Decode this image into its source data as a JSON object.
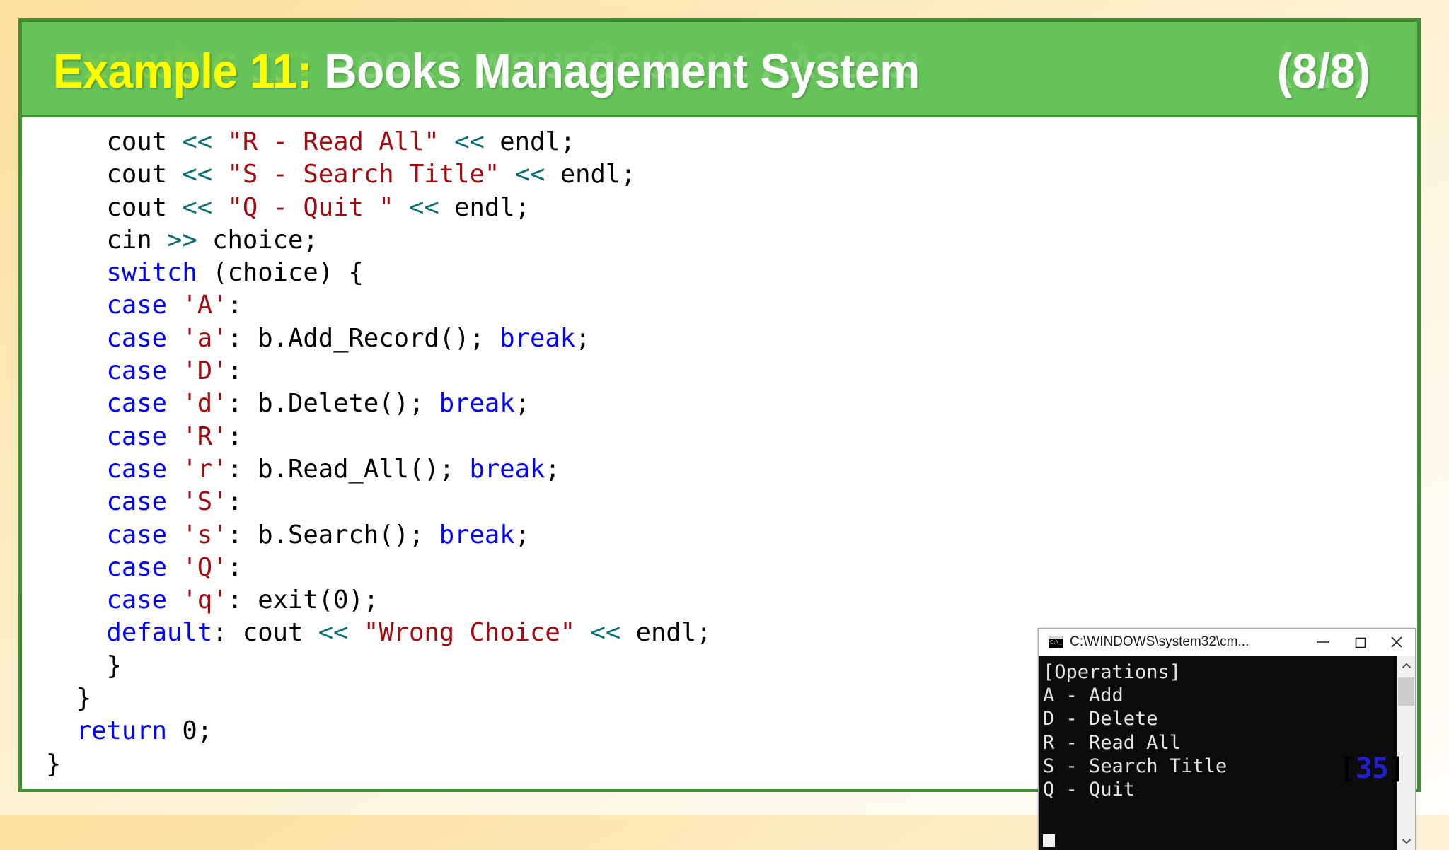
{
  "slide": {
    "header": {
      "title_emphasis": "Example 11:",
      "title_rest": " Books Management System",
      "counter": "(8/8)",
      "bg_color": "#66c359",
      "border_color": "#3f8f33",
      "emphasis_color": "#ffff00",
      "rest_color": "#ffffff"
    },
    "page_number": {
      "open_bracket": "[",
      "value": "35",
      "close_bracket": "]",
      "number_color": "#1f1fcf"
    },
    "background_color": "#fbdf9e"
  },
  "code": {
    "language": "cpp",
    "colors": {
      "keyword": "#0000ff",
      "string": "#a00b12",
      "operator": "#0b6e6e",
      "plain": "#000000"
    },
    "lines": [
      [
        {
          "t": "    cout ",
          "c": "pln"
        },
        {
          "t": "<<",
          "c": "op"
        },
        {
          "t": " ",
          "c": "pln"
        },
        {
          "t": "\"R - Read All\"",
          "c": "str"
        },
        {
          "t": " ",
          "c": "pln"
        },
        {
          "t": "<<",
          "c": "op"
        },
        {
          "t": " endl;",
          "c": "pln"
        }
      ],
      [
        {
          "t": "    cout ",
          "c": "pln"
        },
        {
          "t": "<<",
          "c": "op"
        },
        {
          "t": " ",
          "c": "pln"
        },
        {
          "t": "\"S - Search Title\"",
          "c": "str"
        },
        {
          "t": " ",
          "c": "pln"
        },
        {
          "t": "<<",
          "c": "op"
        },
        {
          "t": " endl;",
          "c": "pln"
        }
      ],
      [
        {
          "t": "    cout ",
          "c": "pln"
        },
        {
          "t": "<<",
          "c": "op"
        },
        {
          "t": " ",
          "c": "pln"
        },
        {
          "t": "\"Q - Quit \"",
          "c": "str"
        },
        {
          "t": " ",
          "c": "pln"
        },
        {
          "t": "<<",
          "c": "op"
        },
        {
          "t": " endl;",
          "c": "pln"
        }
      ],
      [
        {
          "t": "    cin ",
          "c": "pln"
        },
        {
          "t": ">>",
          "c": "op"
        },
        {
          "t": " choice;",
          "c": "pln"
        }
      ],
      [
        {
          "t": "    ",
          "c": "pln"
        },
        {
          "t": "switch",
          "c": "kw"
        },
        {
          "t": " (choice) {",
          "c": "pln"
        }
      ],
      [
        {
          "t": "    ",
          "c": "pln"
        },
        {
          "t": "case",
          "c": "kw"
        },
        {
          "t": " ",
          "c": "pln"
        },
        {
          "t": "'A'",
          "c": "str"
        },
        {
          "t": ":",
          "c": "pln"
        }
      ],
      [
        {
          "t": "    ",
          "c": "pln"
        },
        {
          "t": "case",
          "c": "kw"
        },
        {
          "t": " ",
          "c": "pln"
        },
        {
          "t": "'a'",
          "c": "str"
        },
        {
          "t": ": b.Add_Record(); ",
          "c": "pln"
        },
        {
          "t": "break",
          "c": "kw"
        },
        {
          "t": ";",
          "c": "pln"
        }
      ],
      [
        {
          "t": "    ",
          "c": "pln"
        },
        {
          "t": "case",
          "c": "kw"
        },
        {
          "t": " ",
          "c": "pln"
        },
        {
          "t": "'D'",
          "c": "str"
        },
        {
          "t": ":",
          "c": "pln"
        }
      ],
      [
        {
          "t": "    ",
          "c": "pln"
        },
        {
          "t": "case",
          "c": "kw"
        },
        {
          "t": " ",
          "c": "pln"
        },
        {
          "t": "'d'",
          "c": "str"
        },
        {
          "t": ": b.Delete(); ",
          "c": "pln"
        },
        {
          "t": "break",
          "c": "kw"
        },
        {
          "t": ";",
          "c": "pln"
        }
      ],
      [
        {
          "t": "    ",
          "c": "pln"
        },
        {
          "t": "case",
          "c": "kw"
        },
        {
          "t": " ",
          "c": "pln"
        },
        {
          "t": "'R'",
          "c": "str"
        },
        {
          "t": ":",
          "c": "pln"
        }
      ],
      [
        {
          "t": "    ",
          "c": "pln"
        },
        {
          "t": "case",
          "c": "kw"
        },
        {
          "t": " ",
          "c": "pln"
        },
        {
          "t": "'r'",
          "c": "str"
        },
        {
          "t": ": b.Read_All(); ",
          "c": "pln"
        },
        {
          "t": "break",
          "c": "kw"
        },
        {
          "t": ";",
          "c": "pln"
        }
      ],
      [
        {
          "t": "    ",
          "c": "pln"
        },
        {
          "t": "case",
          "c": "kw"
        },
        {
          "t": " ",
          "c": "pln"
        },
        {
          "t": "'S'",
          "c": "str"
        },
        {
          "t": ":",
          "c": "pln"
        }
      ],
      [
        {
          "t": "    ",
          "c": "pln"
        },
        {
          "t": "case",
          "c": "kw"
        },
        {
          "t": " ",
          "c": "pln"
        },
        {
          "t": "'s'",
          "c": "str"
        },
        {
          "t": ": b.Search(); ",
          "c": "pln"
        },
        {
          "t": "break",
          "c": "kw"
        },
        {
          "t": ";",
          "c": "pln"
        }
      ],
      [
        {
          "t": "    ",
          "c": "pln"
        },
        {
          "t": "case",
          "c": "kw"
        },
        {
          "t": " ",
          "c": "pln"
        },
        {
          "t": "'Q'",
          "c": "str"
        },
        {
          "t": ":",
          "c": "pln"
        }
      ],
      [
        {
          "t": "    ",
          "c": "pln"
        },
        {
          "t": "case",
          "c": "kw"
        },
        {
          "t": " ",
          "c": "pln"
        },
        {
          "t": "'q'",
          "c": "str"
        },
        {
          "t": ": exit(0);",
          "c": "pln"
        }
      ],
      [
        {
          "t": "    ",
          "c": "pln"
        },
        {
          "t": "default",
          "c": "kw"
        },
        {
          "t": ": cout ",
          "c": "pln"
        },
        {
          "t": "<<",
          "c": "op"
        },
        {
          "t": " ",
          "c": "pln"
        },
        {
          "t": "\"Wrong Choice\"",
          "c": "str"
        },
        {
          "t": " ",
          "c": "pln"
        },
        {
          "t": "<<",
          "c": "op"
        },
        {
          "t": " endl;",
          "c": "pln"
        }
      ],
      [
        {
          "t": "    }",
          "c": "pln"
        }
      ],
      [
        {
          "t": "  }",
          "c": "pln"
        }
      ],
      [
        {
          "t": "  ",
          "c": "pln"
        },
        {
          "t": "return",
          "c": "kw"
        },
        {
          "t": " 0;",
          "c": "pln"
        }
      ],
      [
        {
          "t": "}",
          "c": "pln"
        }
      ]
    ]
  },
  "console": {
    "title": "C:\\WINDOWS\\system32\\cm...",
    "icon": "cmd-icon",
    "buttons": {
      "minimize": "minimize-button",
      "maximize": "maximize-button",
      "close": "close-button"
    },
    "output": "[Operations]\nA - Add\nD - Delete\nR - Read All\nS - Search Title\nQ - Quit",
    "background_color": "#0c0c0c",
    "text_color": "#e4e4e4"
  }
}
